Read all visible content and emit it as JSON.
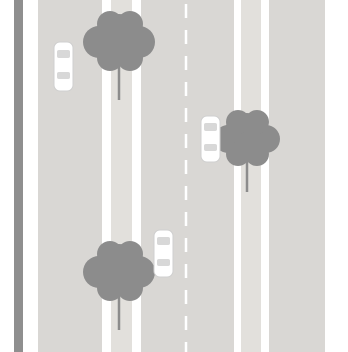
{
  "colors": {
    "background": "#ffffff",
    "edge_strip": "#8f8f8f",
    "road_surface": "#d9d7d4",
    "median_strip": "#e2e0dc",
    "lane_marking": "#ffffff",
    "car_body": "#ffffff",
    "car_outline": "#cfcfcf",
    "car_window": "#d8d8d8",
    "tree_canopy": "#8c8c8c",
    "tree_trunk": "#8c8c8c"
  },
  "scene": {
    "road_lanes": 4,
    "divider_style": "dashed",
    "vehicles": [
      {
        "type": "car",
        "icon": "car-icon"
      },
      {
        "type": "car",
        "icon": "car-icon"
      },
      {
        "type": "car",
        "icon": "car-icon"
      }
    ],
    "trees": [
      {
        "icon": "tree-icon"
      },
      {
        "icon": "tree-icon"
      },
      {
        "icon": "tree-icon"
      }
    ]
  }
}
